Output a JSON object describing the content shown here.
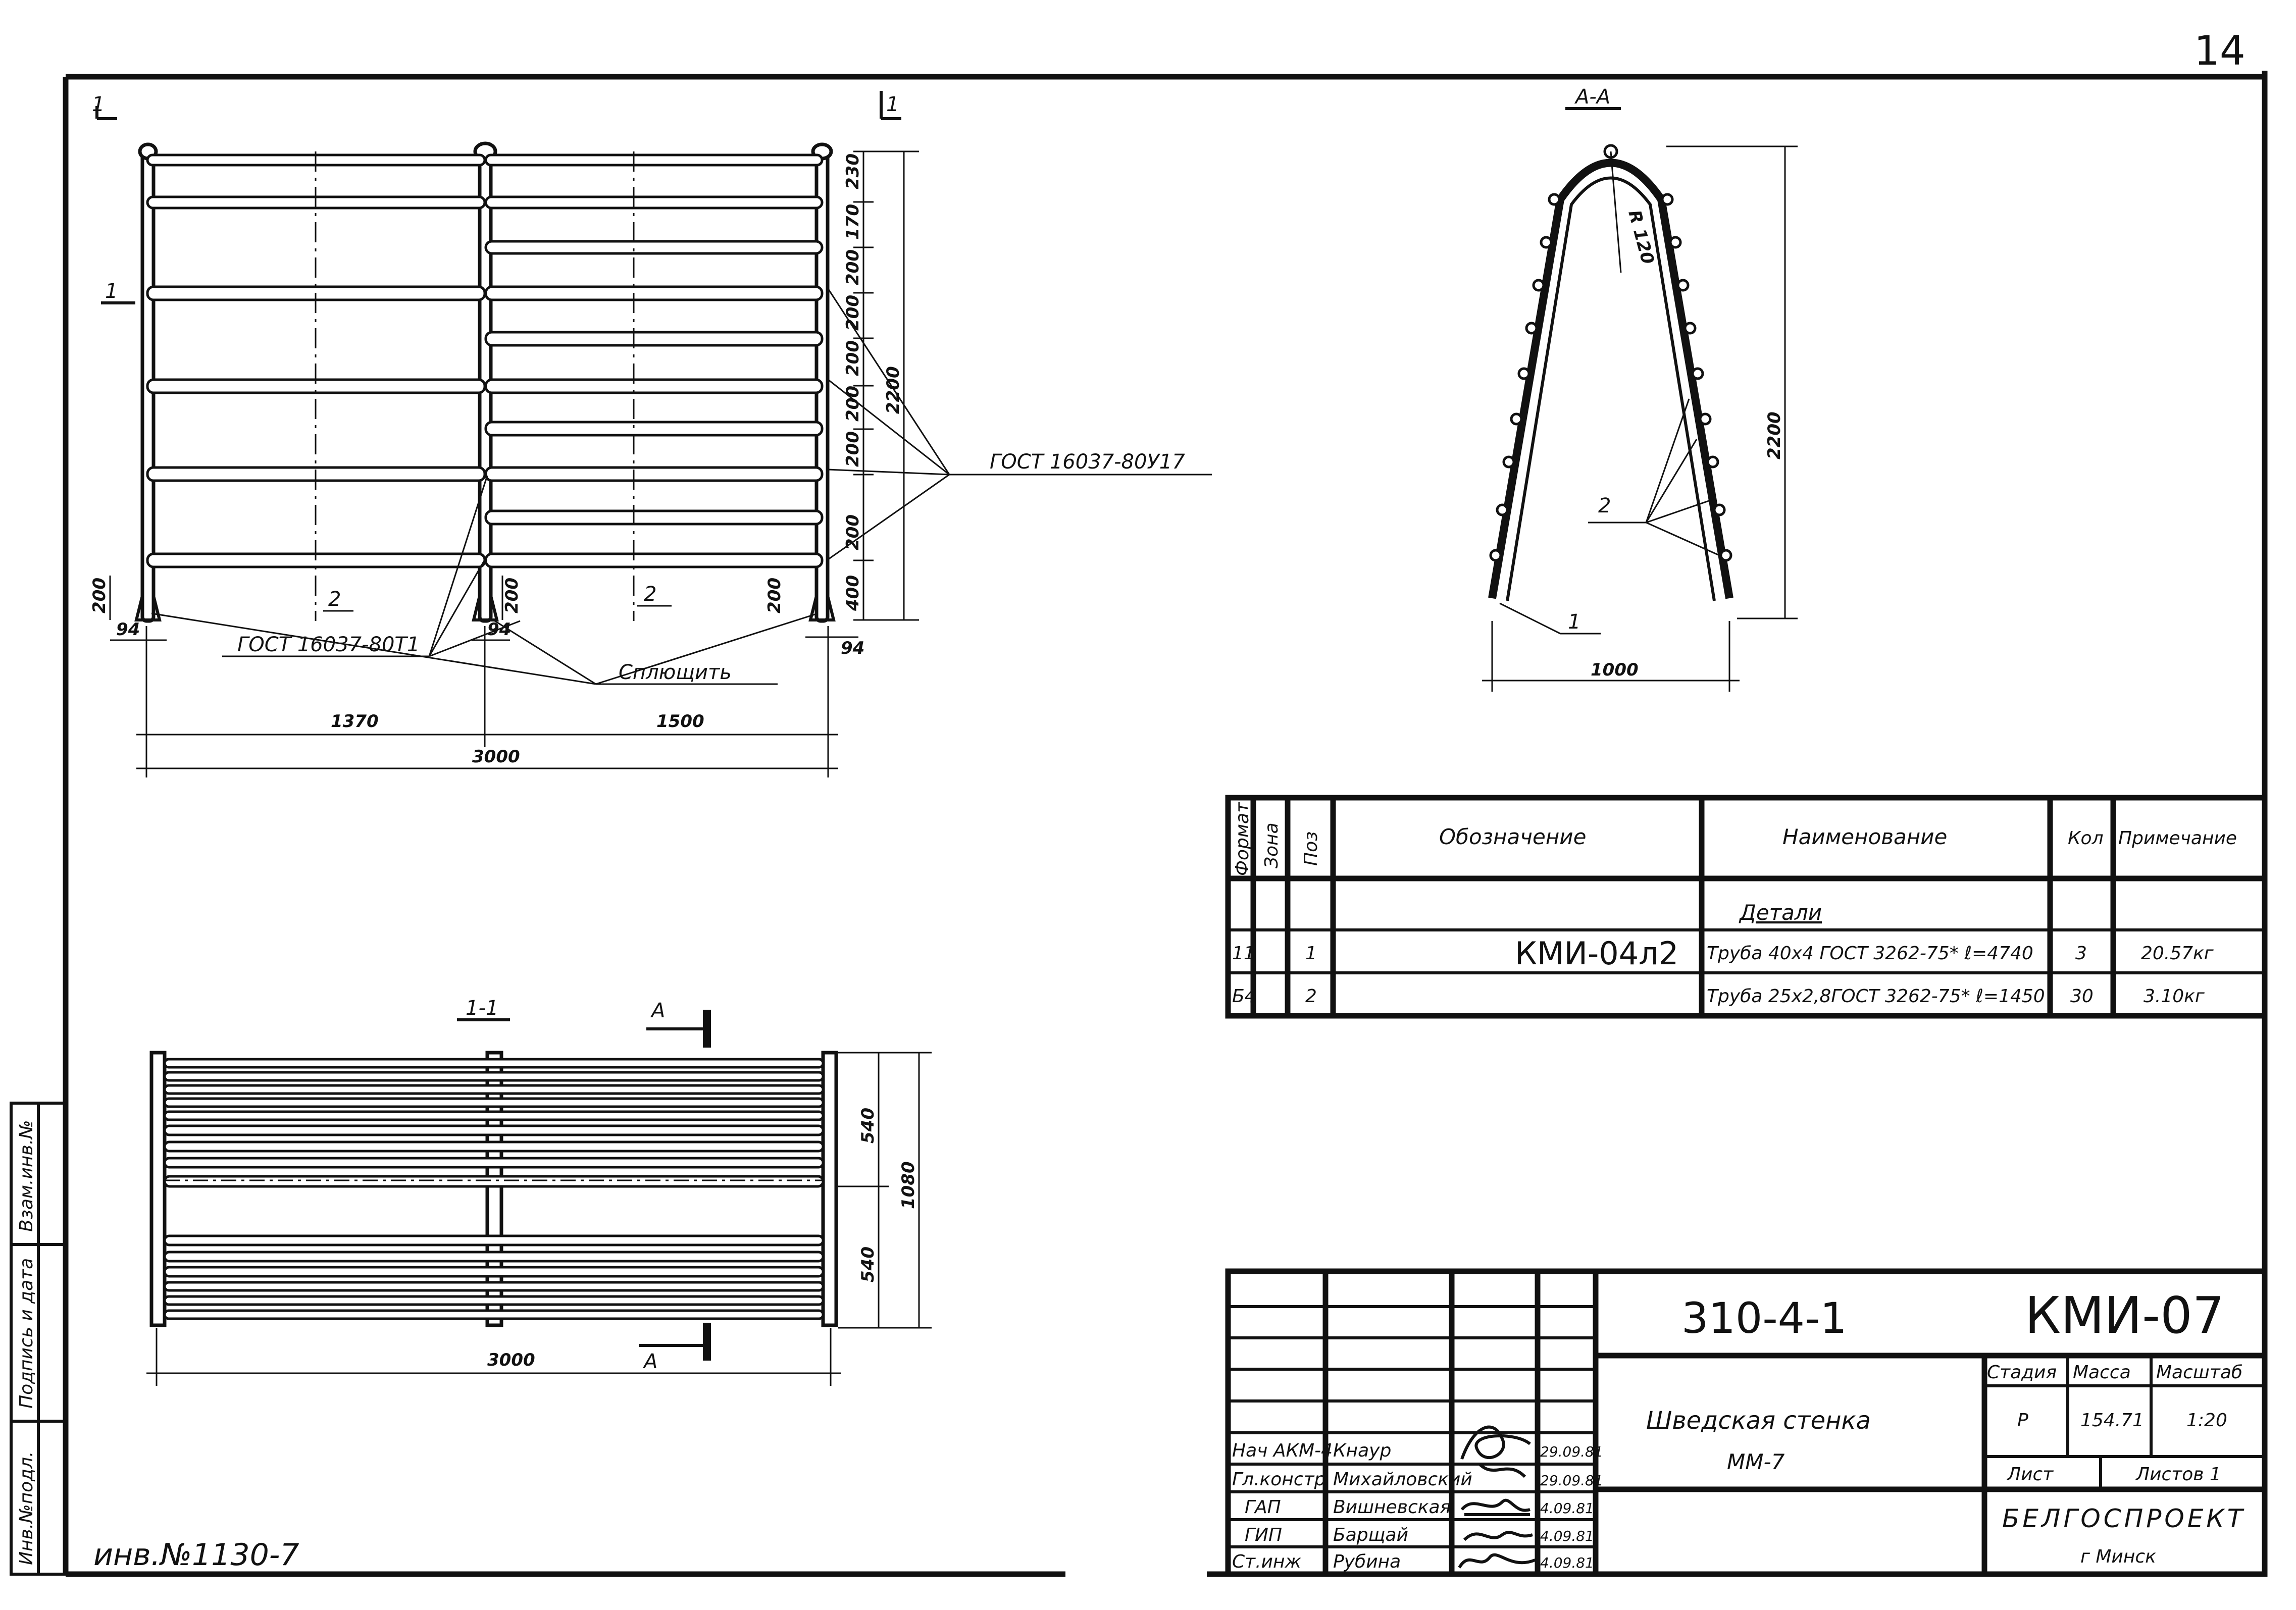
{
  "corner": {
    "sheet_no": "14"
  },
  "front_view": {
    "section_mark_left": "1",
    "section_mark_right": "1",
    "section_mark_side": "1",
    "pos_left": "2",
    "pos_right": "2",
    "gost_upper": "ГОСТ 16037-80У17",
    "gost_lower": "ГОСТ 16037-80Т1",
    "flatten_note": "Сплющить",
    "dims_vertical": [
      "230",
      "170",
      "200",
      "200",
      "200",
      "200",
      "200",
      "200",
      "400"
    ],
    "dim_total_height": "2200",
    "dim_200_left": "200",
    "dim_200_mid": "200",
    "dim_200_right": "200",
    "dim_94_left": "94",
    "dim_94_mid": "94",
    "dim_94_right": "94",
    "dim_1370": "1370",
    "dim_1500": "1500",
    "dim_3000": "3000"
  },
  "section_aa": {
    "title": "А-А",
    "radius": "R 120",
    "dim_height": "2200",
    "dim_width": "1000",
    "pos_1": "1",
    "pos_2": "2"
  },
  "section_11": {
    "title": "1-1",
    "cut_label_top": "А",
    "cut_label_bottom": "А",
    "dim_540_top": "540",
    "dim_540_bottom": "540",
    "dim_1080": "1080",
    "dim_3000": "3000"
  },
  "spec_table": {
    "headers": {
      "format": "Формат",
      "zone": "Зона",
      "pos": "Поз",
      "designation": "Обозначение",
      "name": "Наименование",
      "qty": "Кол",
      "note": "Примечание"
    },
    "section_title": "Детали",
    "rows": [
      {
        "format": "11",
        "zone": "",
        "pos": "1",
        "designation": "КМИ-04л2",
        "name": "Труба 40х4 ГОСТ 3262-75* ℓ=4740",
        "qty": "3",
        "note": "20.57кг"
      },
      {
        "format": "Б4",
        "zone": "",
        "pos": "2",
        "designation": "",
        "name": "Труба 25х2,8ГОСТ 3262-75* ℓ=1450",
        "qty": "30",
        "note": "3.10кг"
      }
    ]
  },
  "title_block": {
    "project": "310-4-1",
    "code": "КМИ-07",
    "title_line1": "Шведская стенка",
    "title_line2": "ММ-7",
    "stage_label": "Стадия",
    "mass_label": "Масса",
    "scale_label": "Масштаб",
    "stage": "Р",
    "mass": "154.71",
    "scale": "1:20",
    "sheet_label": "Лист",
    "sheets_label": "Листов 1",
    "org": "БЕЛГОСПРОЕКТ",
    "city": "г Минск",
    "signatures": [
      {
        "role": "Нач АКМ-4",
        "name": "Кнаур",
        "date": "29.09.81"
      },
      {
        "role": "Гл.констр",
        "name": "Михайловский",
        "date": "29.09.81"
      },
      {
        "role": "ГАП",
        "name": "Вишневская",
        "date": "4.09.81"
      },
      {
        "role": "ГИП",
        "name": "Барщай",
        "date": "4.09.81"
      },
      {
        "role": "Ст.инж",
        "name": "Рубина",
        "date": "4.09.81"
      }
    ]
  },
  "side_strip": {
    "cell1": "Взам.инв.№",
    "cell2": "Подпись и дата",
    "cell3": "Инв.№подл."
  },
  "footer": {
    "inv_no": "инв.№1130-7"
  }
}
